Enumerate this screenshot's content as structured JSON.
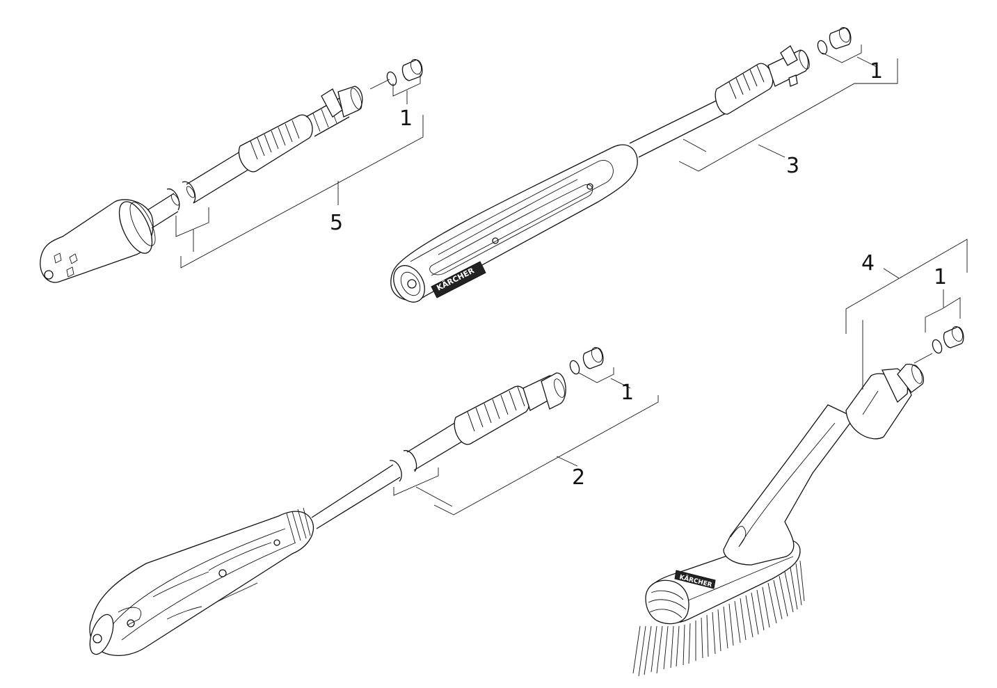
{
  "callouts": {
    "nozzle_dirt_blaster_seal": "1",
    "nozzle_dirt_blaster": "5",
    "lance_top_seal": "1",
    "lance_top": "3",
    "lance_bottom_seal": "1",
    "lance_bottom": "2",
    "brush_seal": "1",
    "brush": "4"
  },
  "brand_marks": {
    "lance_top_logo": "KÄRCHER",
    "brush_logo": "KÄRCHER"
  }
}
